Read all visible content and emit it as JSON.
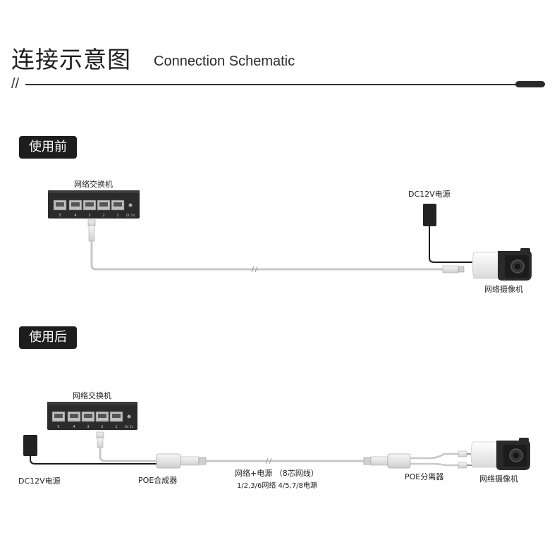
{
  "header": {
    "title_cn": "连接示意图",
    "title_en": "Connection Schematic",
    "slashes": "//"
  },
  "before": {
    "badge": "使用前",
    "switch_label": "网络交换机",
    "dc_label": "DC12V电源",
    "camera_label": "网络摄像机",
    "switch_ports": [
      "5",
      "4",
      "3",
      "2",
      "1"
    ],
    "switch_dc": "DC 5V"
  },
  "after": {
    "badge": "使用后",
    "switch_label": "网络交换机",
    "dc_label": "DC12V电源",
    "combiner_label": "POE合成器",
    "cable_label": "网络+电源 （8芯网线）",
    "cable_sublabel": "1/2,3/6网络 4/5,7/8电源",
    "splitter_label": "POE分离器",
    "camera_label": "网络摄像机",
    "switch_ports": [
      "5",
      "4",
      "3",
      "2",
      "1"
    ],
    "switch_dc": "DC 5V"
  },
  "colors": {
    "badge_bg": "#1d1d1d",
    "device_body": "#2b2b2b",
    "cable": "#c8c8c8",
    "camera_body": "#f2f2f2"
  }
}
